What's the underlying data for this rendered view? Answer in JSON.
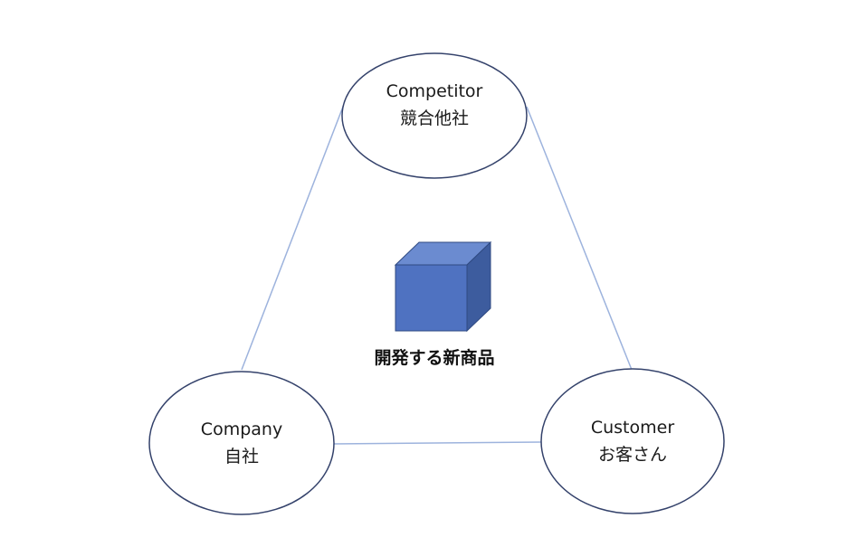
{
  "diagram": {
    "type": "3C analysis triangle",
    "colors": {
      "connector": "#9db3dd",
      "ellipse_stroke": "#34426b",
      "ellipse_fill": "#ffffff",
      "cube_front": "#4f72c1",
      "cube_top": "#6b8bd0",
      "cube_side": "#3d5c9e",
      "cube_edge": "#2f4a82"
    },
    "nodes": {
      "competitor": {
        "en": "Competitor",
        "ja": "競合他社"
      },
      "company": {
        "en": "Company",
        "ja": "自社"
      },
      "customer": {
        "en": "Customer",
        "ja": "お客さん"
      }
    },
    "center": {
      "label": "開発する新商品",
      "icon": "cube-icon"
    },
    "edges": [
      {
        "from": "competitor",
        "to": "company"
      },
      {
        "from": "competitor",
        "to": "customer"
      },
      {
        "from": "company",
        "to": "customer"
      }
    ]
  }
}
